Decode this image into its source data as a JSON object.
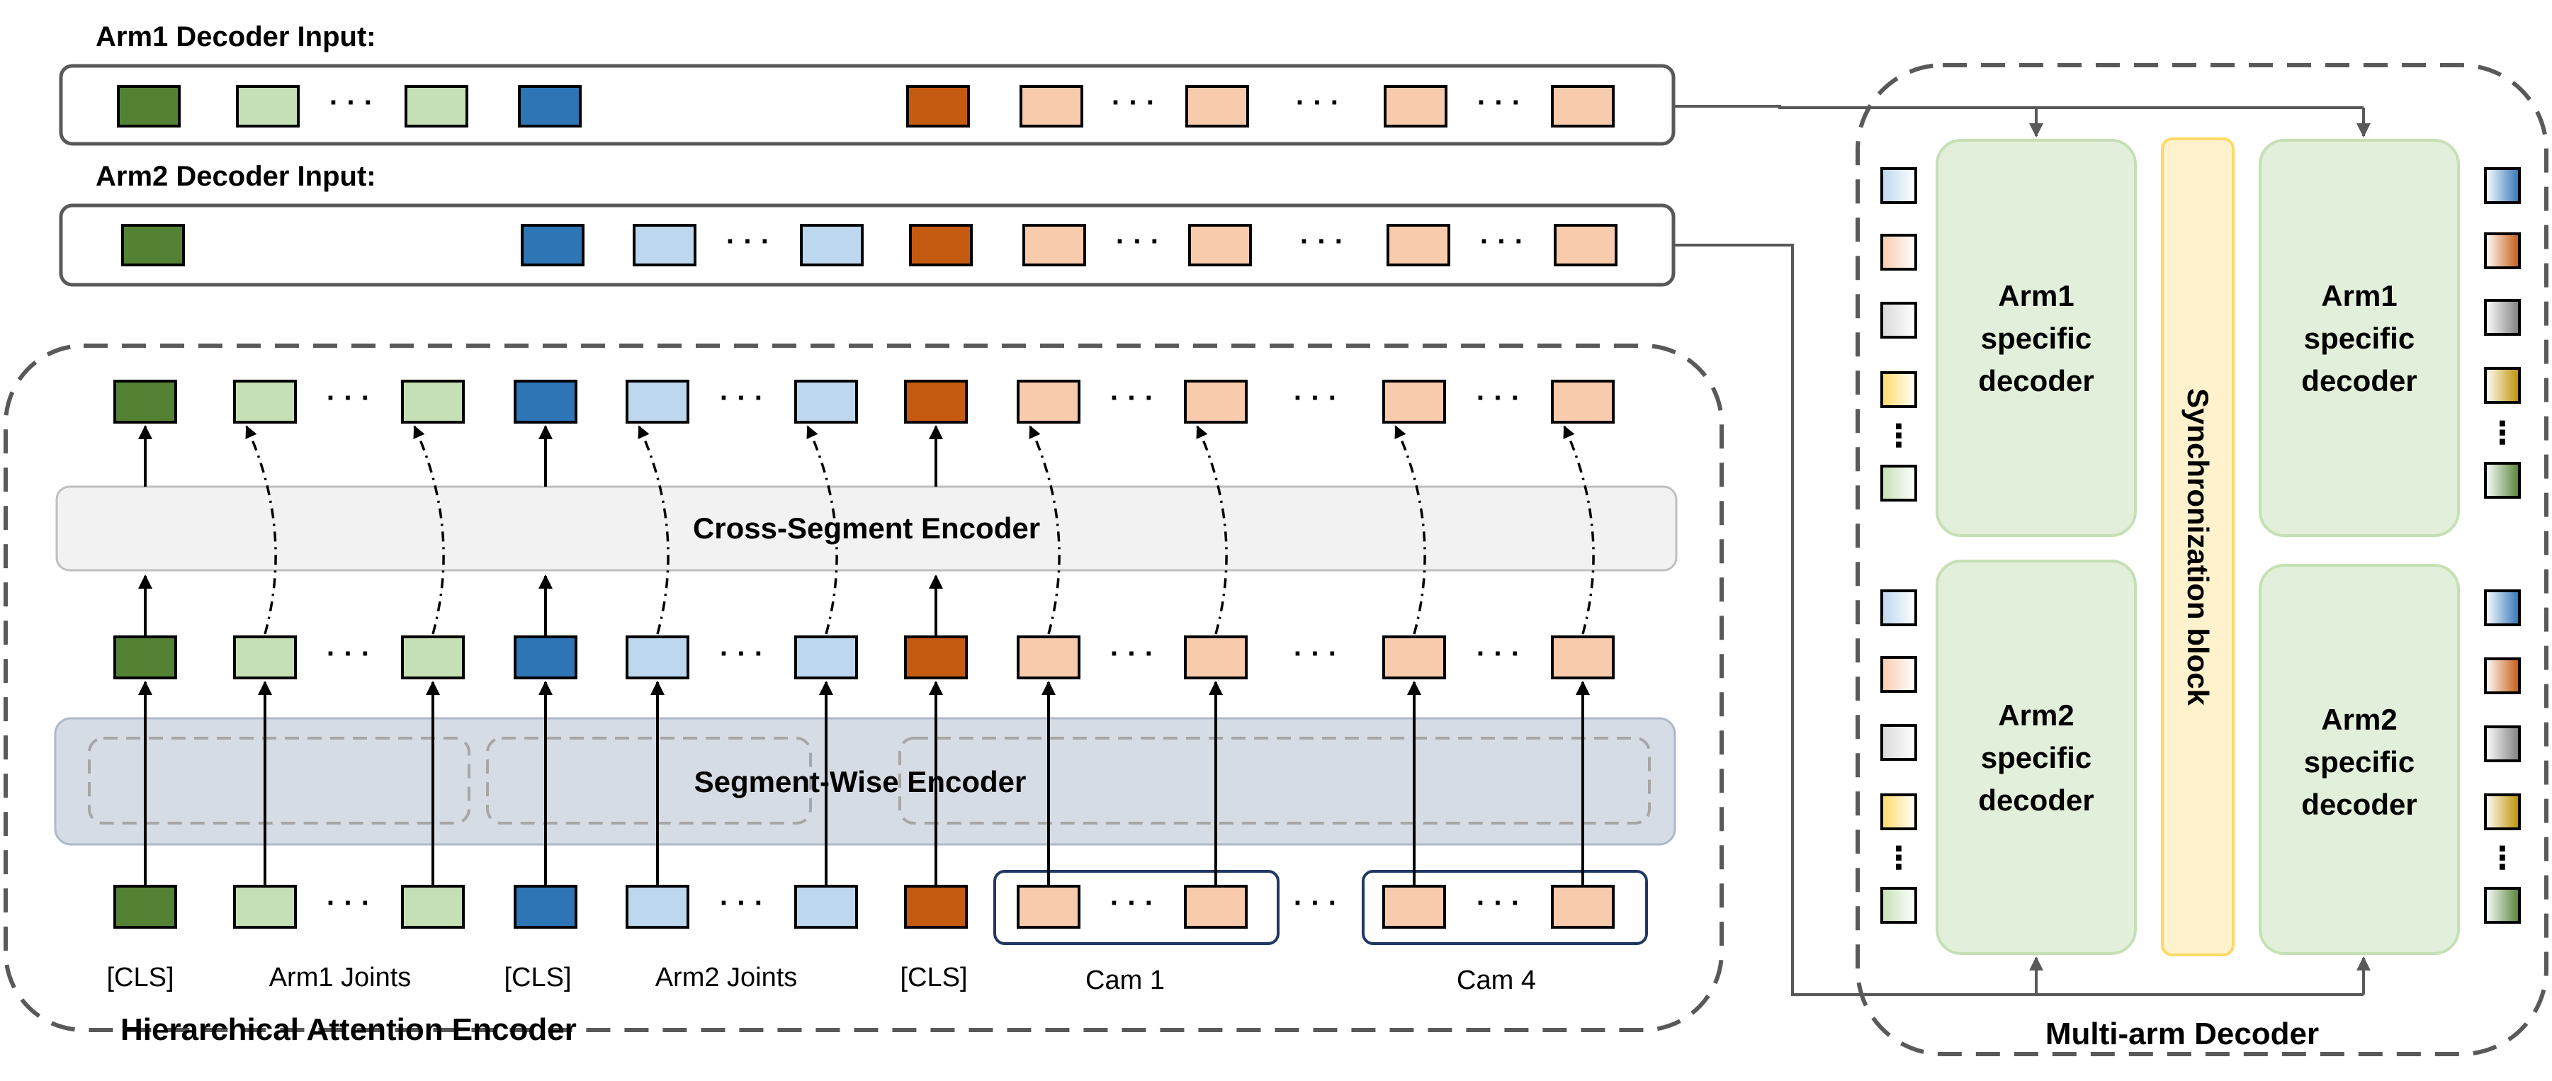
{
  "colors": {
    "dark_green": "#548235",
    "light_green": "#c5e0b4",
    "dark_blue": "#2e75b6",
    "light_blue": "#bdd7ee",
    "dark_orange": "#c55a11",
    "light_orange": "#f8cbad",
    "seg_encoder_fill": "#d6dce4",
    "cross_encoder_fill": "#f2f2f2",
    "arm_decoder_fill": "#e2efda",
    "sync_fill": "#fff2cc",
    "sync_border": "#ffd966",
    "stroke": "#000000",
    "frame": "#595959",
    "cam_border": "#1f3864"
  },
  "decoder_inputs": {
    "arm1_label": "Arm1 Decoder Input:",
    "arm2_label": "Arm2 Decoder Input:"
  },
  "encoder": {
    "title": "Hierarchical Attention Encoder",
    "cross_segment_label": "Cross-Segment Encoder",
    "segment_wise_label": "Segment-Wise Encoder",
    "ellipsis": "· · ·",
    "token_labels": [
      "[CLS]",
      "Arm1 Joints",
      "[CLS]",
      "Arm2 Joints",
      "[CLS]",
      "Cam 1",
      "Cam 4"
    ]
  },
  "decoder": {
    "title": "Multi-arm Decoder",
    "sync_label": "Synchronization block",
    "arm1_decoder_label": "Arm1 specific decoder",
    "arm2_decoder_label": "Arm2 specific decoder",
    "vertical_ellipsis": "⋮"
  }
}
